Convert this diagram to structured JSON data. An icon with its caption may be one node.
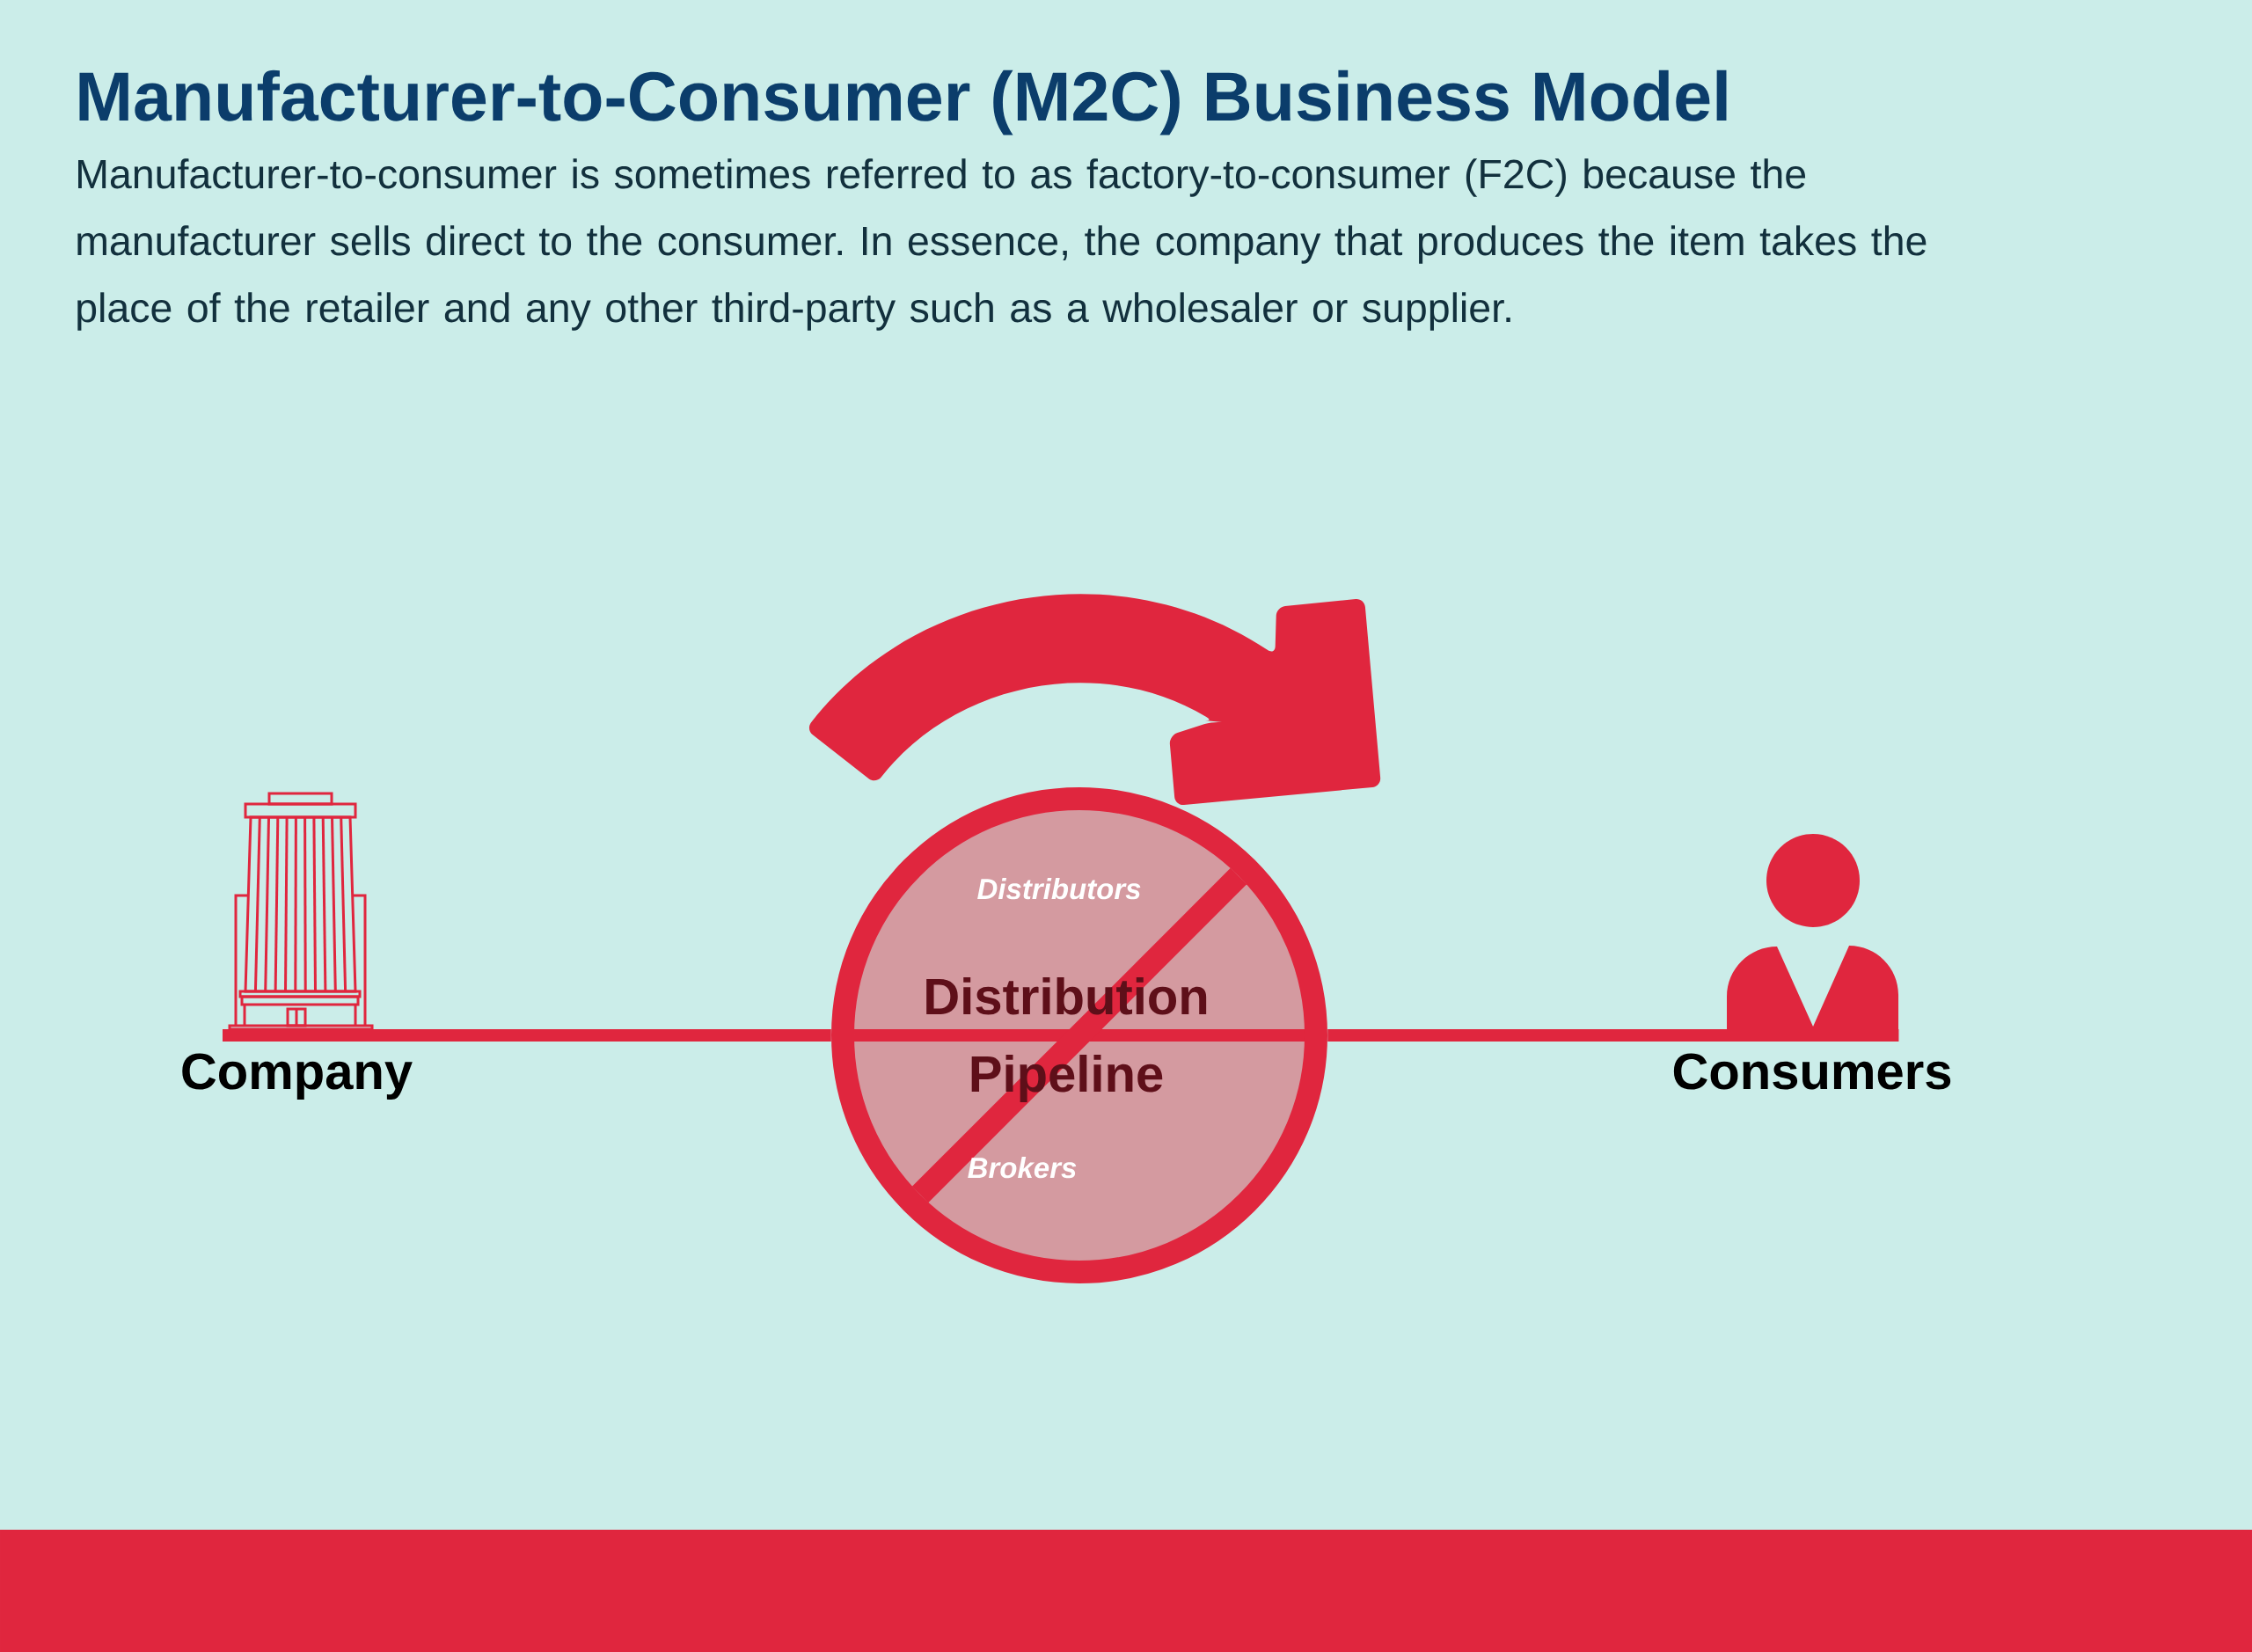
{
  "diagram": {
    "title": "Manufacturer-to-Consumer (M2C) Business Model",
    "caption": "Manufacturer-to-consumer is sometimes referred to as factory-to-consumer (F2C) because the manufacturer sells direct to the consumer. In essence, the company that produces the item takes the place of the retailer and any other third-party such as a wholesaler or supplier.",
    "nodes": [
      {
        "text": [],
        "shape": "picture",
        "beside": [
          "Company"
        ]
      },
      {
        "text": [
          "Distributors",
          "Distribution Pipeline",
          "Brokers"
        ]
      },
      {
        "text": [],
        "shape": "person",
        "beside": [
          "Consumers"
        ]
      }
    ],
    "edges": [
      {
        "from": 0,
        "to": 1,
        "arrow": "none"
      },
      {
        "from": 1,
        "to": 2,
        "arrow": "none"
      }
    ]
  }
}
